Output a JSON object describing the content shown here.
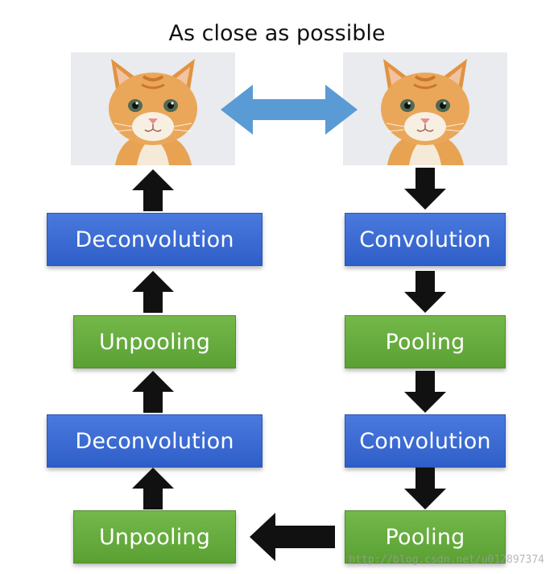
{
  "title": "As close as possible",
  "encoder": {
    "boxes": [
      {
        "label": "Convolution",
        "kind": "convolution"
      },
      {
        "label": "Pooling",
        "kind": "pooling"
      },
      {
        "label": "Convolution",
        "kind": "convolution"
      },
      {
        "label": "Pooling",
        "kind": "pooling"
      }
    ]
  },
  "decoder": {
    "boxes": [
      {
        "label": "Deconvolution",
        "kind": "deconvolution"
      },
      {
        "label": "Unpooling",
        "kind": "unpooling"
      },
      {
        "label": "Deconvolution",
        "kind": "deconvolution"
      },
      {
        "label": "Unpooling",
        "kind": "unpooling"
      }
    ]
  },
  "watermark": "http://blog.csdn.net/u012897374",
  "colors": {
    "convolution_blue": "#3a6ad6",
    "pooling_green": "#66ab3d",
    "double_arrow": "#5b9bd5",
    "arrow_black": "#111111"
  },
  "images": {
    "input": "cat-photo",
    "output": "cat-photo"
  }
}
